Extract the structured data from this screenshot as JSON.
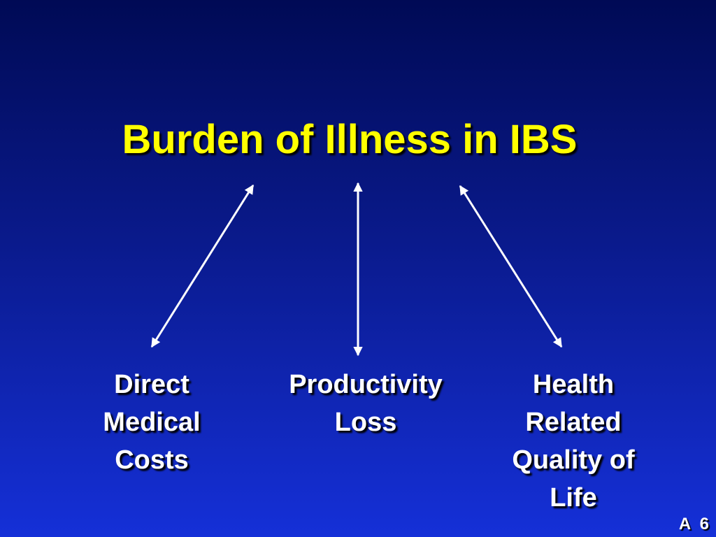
{
  "title": "Burden of Illness in IBS",
  "nodes": {
    "left": {
      "lines": [
        "Direct",
        "Medical",
        "Costs"
      ]
    },
    "center": {
      "lines": [
        "Productivity",
        "Loss"
      ]
    },
    "right": {
      "lines": [
        "Health",
        "Related",
        "Quality of",
        "Life"
      ]
    }
  },
  "slide_number": "A  6",
  "colors": {
    "title": "#ffff00",
    "node_text": "#ffffff",
    "arrow": "#ffffff",
    "background_top": "#000a55",
    "background_bottom": "#1530d8"
  }
}
